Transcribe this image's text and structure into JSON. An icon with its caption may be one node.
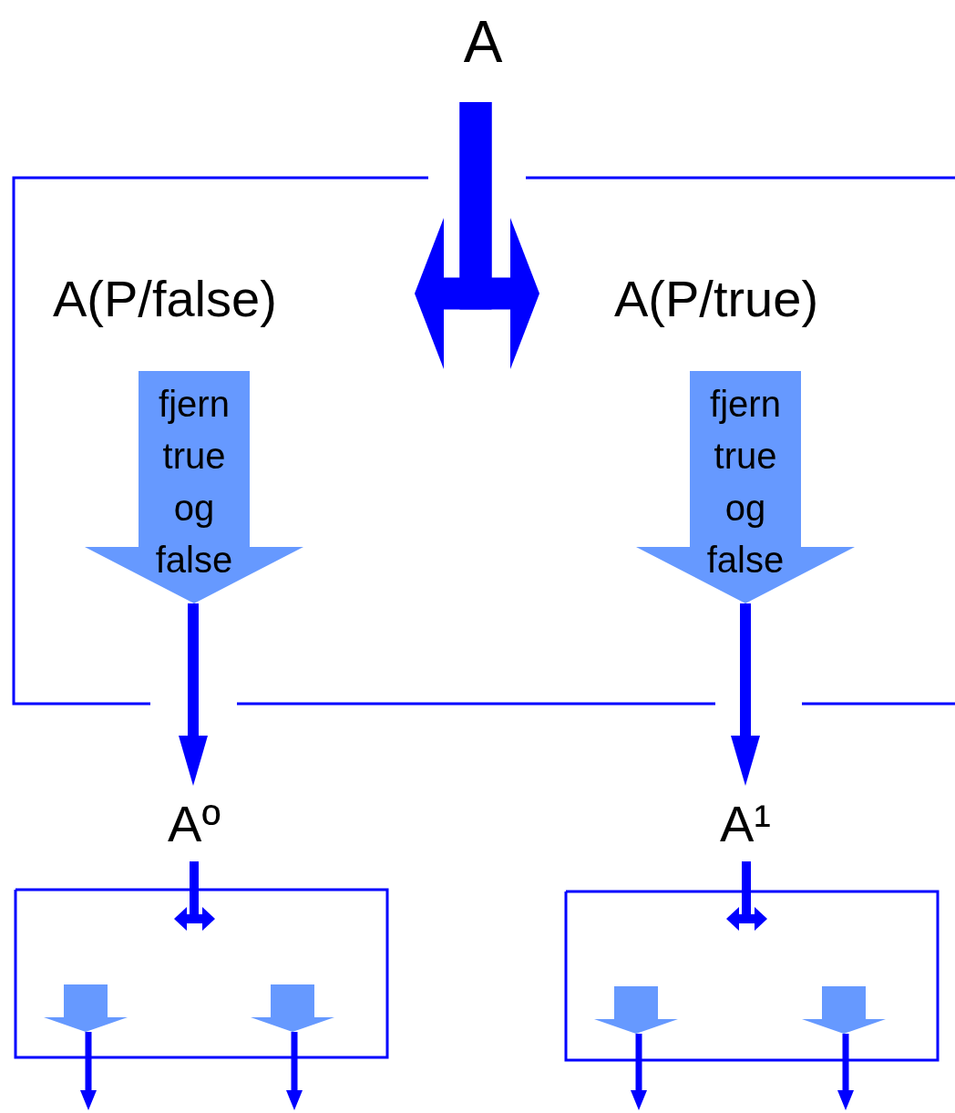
{
  "diagram": {
    "nodes": [
      {
        "text": [
          "A"
        ]
      },
      {
        "text": [],
        "shape": "box"
      },
      {
        "text": [
          "A(P/false)"
        ],
        "in": 1
      },
      {
        "text": [
          "A(P/true)"
        ],
        "in": 1
      },
      {
        "text": [
          "fjern true og false"
        ],
        "in": 1
      },
      {
        "text": [
          "fjern true og false"
        ],
        "in": 1
      },
      {
        "text": [
          "Aº"
        ]
      },
      {
        "text": [
          "A¹"
        ]
      },
      {
        "text": [],
        "shape": "box"
      },
      {
        "text": [],
        "shape": "arrow",
        "in": 8
      },
      {
        "text": [],
        "shape": "arrow",
        "in": 8
      },
      {
        "text": [],
        "shape": "box"
      },
      {
        "text": [],
        "shape": "arrow",
        "in": 11
      },
      {
        "text": [],
        "shape": "arrow",
        "in": 11
      }
    ],
    "edges": [
      {
        "from": 0,
        "to": 2,
        "arrow": "to",
        "style": "thick"
      },
      {
        "from": 0,
        "to": 3,
        "arrow": "to",
        "style": "thick"
      },
      {
        "from": 4,
        "to": 6,
        "arrow": "to"
      },
      {
        "from": 5,
        "to": 7,
        "arrow": "to"
      },
      {
        "from": 6,
        "to": 8,
        "arrow": "to"
      },
      {
        "from": 6,
        "to": 8,
        "arrow": "to"
      },
      {
        "from": 7,
        "to": 11,
        "arrow": "to"
      },
      {
        "from": 7,
        "to": 11,
        "arrow": "to"
      },
      {
        "from": 9,
        "to": null,
        "arrow": "to"
      },
      {
        "from": 10,
        "to": null,
        "arrow": "to"
      },
      {
        "from": 12,
        "to": null,
        "arrow": "to"
      },
      {
        "from": 13,
        "to": null,
        "arrow": "to"
      }
    ]
  }
}
